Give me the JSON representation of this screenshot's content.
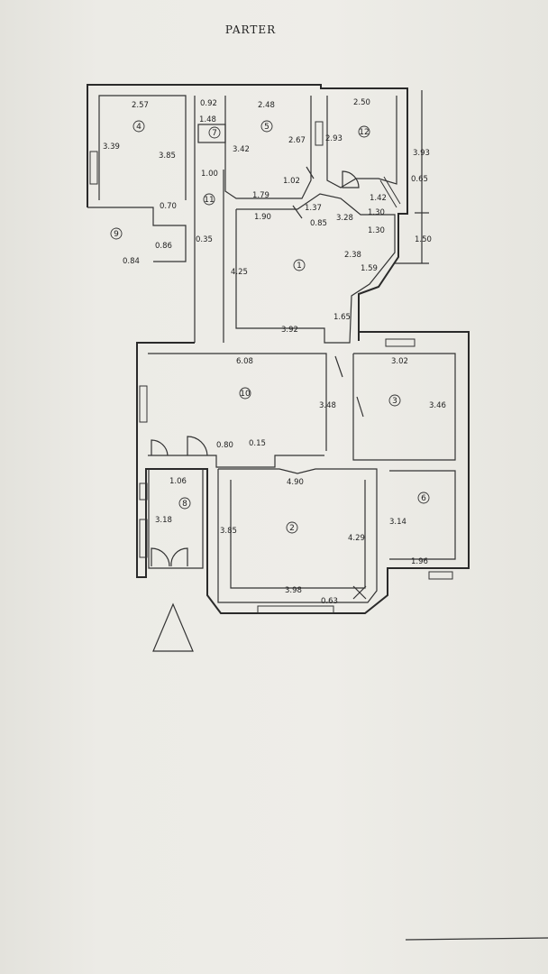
{
  "title": "PARTER",
  "rooms": [
    "1",
    "2",
    "3",
    "4",
    "5",
    "6",
    "7",
    "8",
    "9",
    "10",
    "11",
    "12"
  ],
  "dims": {
    "d257": "2.57",
    "d092": "0.92",
    "d148": "1.48",
    "d248": "2.48",
    "d250": "2.50",
    "d339": "3.39",
    "d385a": "3.85",
    "d342": "3.42",
    "d267": "2.67",
    "d293": "2.93",
    "d393": "3.93",
    "d100": "1.00",
    "d102": "1.02",
    "d179": "1.79",
    "d142": "1.42",
    "d065": "0.65",
    "d070": "0.70",
    "d190": "1.90",
    "d137": "1.37",
    "d085": "0.85",
    "d328": "3.28",
    "d130a": "1.30",
    "d130b": "1.30",
    "d150": "1.50",
    "d086": "0.86",
    "d035": "0.35",
    "d084": "0.84",
    "d238": "2.38",
    "d159": "1.59",
    "d425": "4.25",
    "d165": "1.65",
    "d392": "3.92",
    "d608": "6.08",
    "d302": "3.02",
    "d348": "3.48",
    "d346": "3.46",
    "d080": "0.80",
    "d015": "0.15",
    "d106": "1.06",
    "d490": "4.90",
    "d318": "3.18",
    "d385b": "3.85",
    "d429": "4.29",
    "d314": "3.14",
    "d196": "1.96",
    "d398": "3.98",
    "d063": "0.63"
  }
}
